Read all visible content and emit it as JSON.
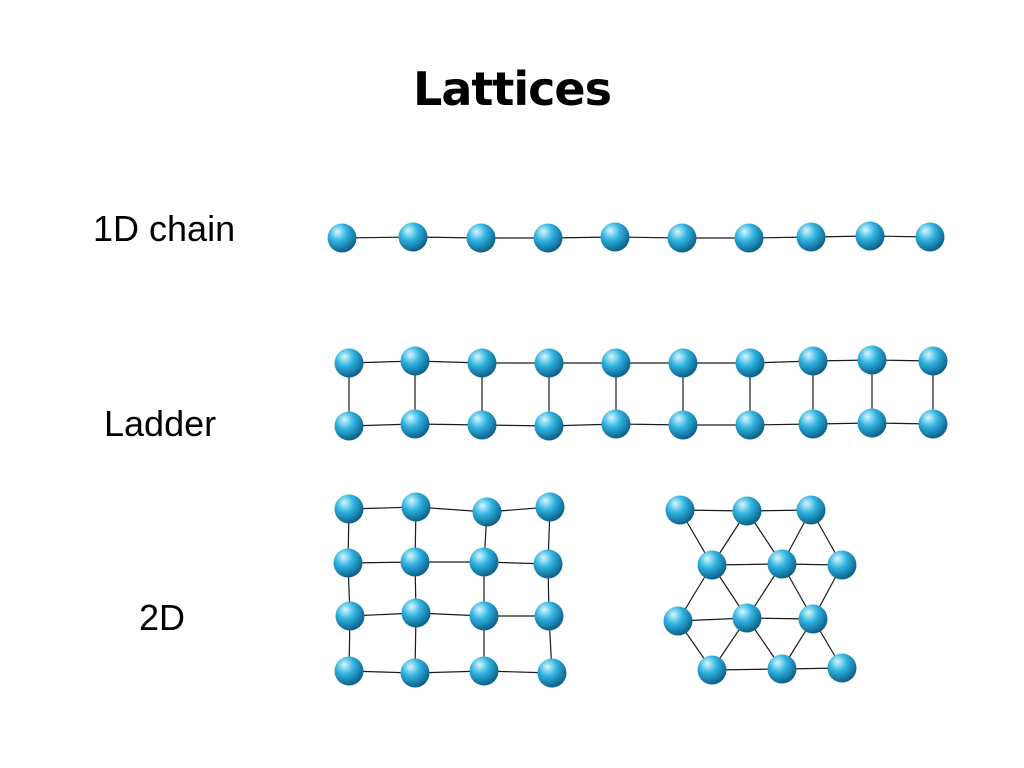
{
  "title": "Lattices",
  "labels": {
    "chain": "1D chain",
    "ladder": "Ladder",
    "two_d": "2D"
  },
  "colors": {
    "bond": "#1a1a1a",
    "atom_light": "#d8f6ff",
    "atom_mid": "#2fb3e0",
    "atom_dark": "#0b5c86"
  },
  "lattices": [
    {
      "name": "1d-chain",
      "rows": 1,
      "cols": 10
    },
    {
      "name": "ladder",
      "rows": 2,
      "cols": 10
    },
    {
      "name": "2d-square",
      "rows": 4,
      "cols": 4
    },
    {
      "name": "2d-triangular",
      "rows": 4,
      "cols": 3
    }
  ]
}
